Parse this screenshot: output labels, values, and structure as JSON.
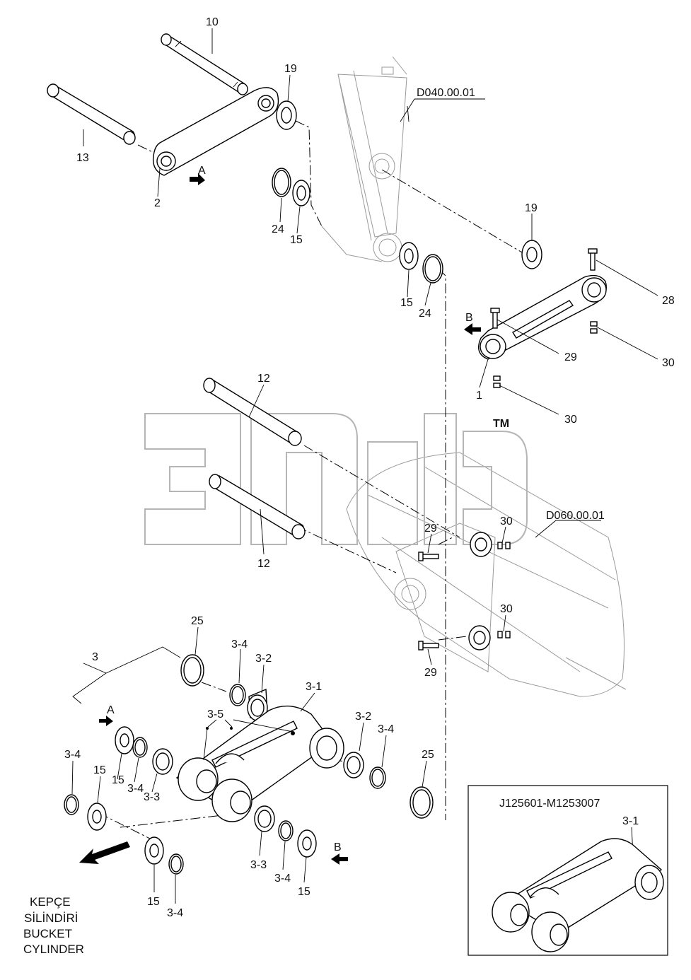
{
  "watermark": {
    "text": "3nsb",
    "tm": "TM"
  },
  "references": {
    "boom": "D040.00.01",
    "bucket": "D060.00.01"
  },
  "callouts": {
    "p10": "10",
    "p19a": "19",
    "p13": "13",
    "p2": "2",
    "pA1": "A",
    "p24a": "24",
    "p15a": "15",
    "p15b": "15",
    "p24b": "24",
    "p19b": "19",
    "p28": "28",
    "pB1": "B",
    "p29a": "29",
    "p30a": "30",
    "p1": "1",
    "p30b": "30",
    "p12a": "12",
    "p12b": "12",
    "p29b": "29",
    "p30c": "30",
    "p30d": "30",
    "p29c": "29",
    "p25a": "25",
    "p3": "3",
    "p34a": "3-4",
    "p32a": "3-2",
    "p31": "3-1",
    "pA2": "A",
    "p35": "3-5",
    "p32b": "3-2",
    "p34b": "3-4",
    "p34c": "3-4",
    "p15c": "15",
    "p15d": "15",
    "p34d": "3-4",
    "p33a": "3-3",
    "p25b": "25",
    "p15e": "15",
    "p34e": "3-4",
    "pB2": "B",
    "p33b": "3-3",
    "p34f": "3-4",
    "p15f": "15"
  },
  "caption": [
    "KEPÇE",
    "SİLİNDİRİ",
    "BUCKET",
    "CYLINDER"
  ],
  "inset": {
    "serial": "J125601-M1253007",
    "part": "3-1"
  }
}
